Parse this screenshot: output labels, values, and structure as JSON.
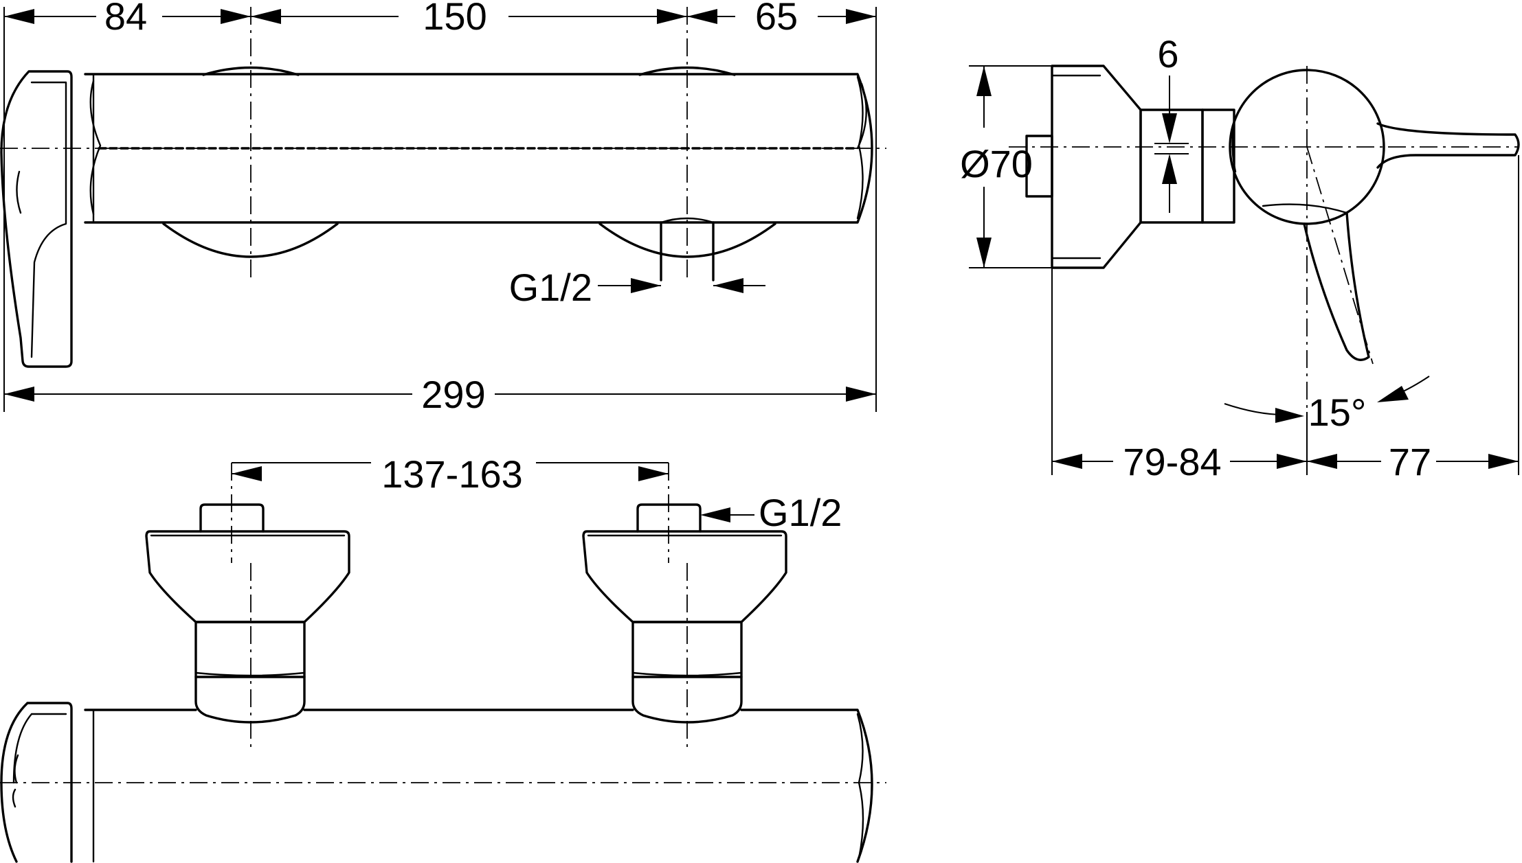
{
  "dimensions": {
    "top_left_segment": "84",
    "top_middle_segment": "150",
    "top_right_segment": "65",
    "overall_length": "299",
    "outlet_thread_front": "G1/2",
    "inlet_spacing": "137-163",
    "inlet_thread_top": "G1/2",
    "body_diameter": "Ø70",
    "wall_gap": "6",
    "wall_projection": "79-84",
    "handle_projection": "77",
    "handle_angle": "15°"
  }
}
